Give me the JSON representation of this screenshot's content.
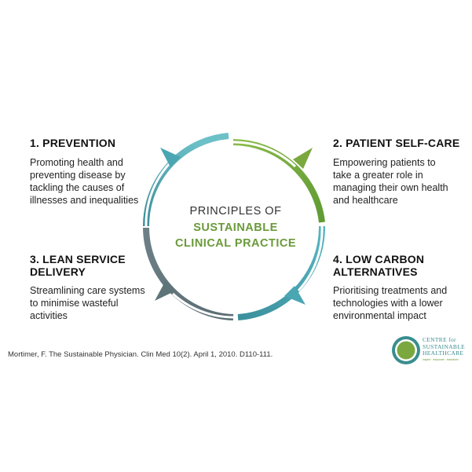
{
  "center": {
    "line1": "PRINCIPLES OF",
    "line2": "SUSTAINABLE",
    "line3": "CLINICAL PRACTICE"
  },
  "principles": [
    {
      "heading": "1. PREVENTION",
      "text": "Promoting health and preventing disease by tackling the causes of illnesses and inequalities"
    },
    {
      "heading": "2. PATIENT SELF-CARE",
      "text": "Empowering patients to take a greater role in managing their own health and healthcare"
    },
    {
      "heading": "3. LEAN SERVICE DELIVERY",
      "text": "Streamlining care systems to minimise wasteful activities"
    },
    {
      "heading": "4. LOW CARBON ALTERNATIVES",
      "text": "Prioritising treatments and technologies with a lower environmental impact"
    }
  ],
  "citation": "Mortimer, F. The Sustainable Physician. Clin Med 10(2). April 1, 2010. D110-111.",
  "logo": {
    "line1": "CENTRE for",
    "line2": "SUSTAINABLE",
    "line3": "HEALTHCARE",
    "tagline": "inspire · empower · transform"
  },
  "colors": {
    "green": "#7aa83f",
    "teal": "#4aa6b2",
    "slate": "#5e7479",
    "title_green": "#6a9a3a"
  }
}
